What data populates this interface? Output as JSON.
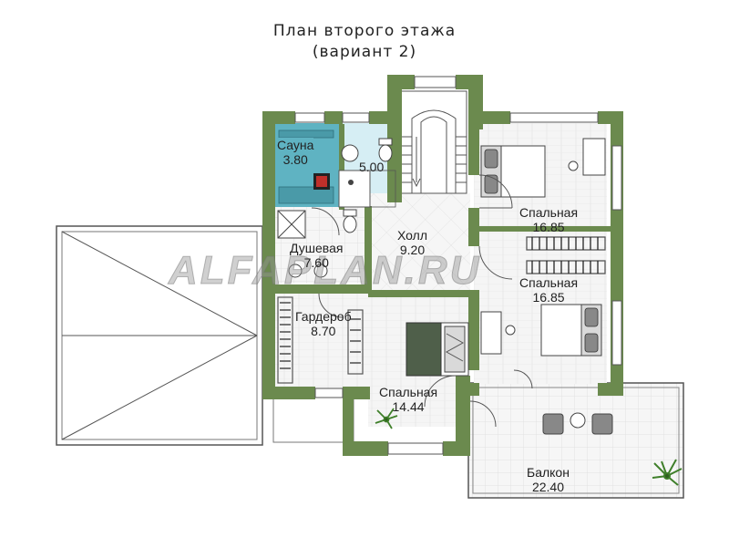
{
  "title_line1": "План второго этажа",
  "title_line2": "(вариант 2)",
  "watermark": "ALFAPLAN.RU",
  "rooms": {
    "sauna": {
      "name": "Сауна",
      "area": "3.80"
    },
    "bath": {
      "name": "",
      "area": "5.00"
    },
    "shower": {
      "name": "Душевая",
      "area": "7.60"
    },
    "hall": {
      "name": "Холл",
      "area": "9.20"
    },
    "wardrobe": {
      "name": "Гардероб",
      "area": "8.70"
    },
    "bedroom1": {
      "name": "Спальная",
      "area": "16.85"
    },
    "bedroom2": {
      "name": "Спальная",
      "area": "16.85"
    },
    "bedroom3": {
      "name": "Спальная",
      "area": "14.44"
    },
    "balcony": {
      "name": "Балкон",
      "area": "22.40"
    }
  },
  "colors": {
    "wall": "#6b8a4e",
    "wall_dark": "#4f6b38",
    "floor": "#f4f4f4",
    "tile": "#e8e8e8",
    "sauna": "#5fb3c2",
    "bath_floor": "#d6eef4",
    "furniture": "#555555"
  }
}
